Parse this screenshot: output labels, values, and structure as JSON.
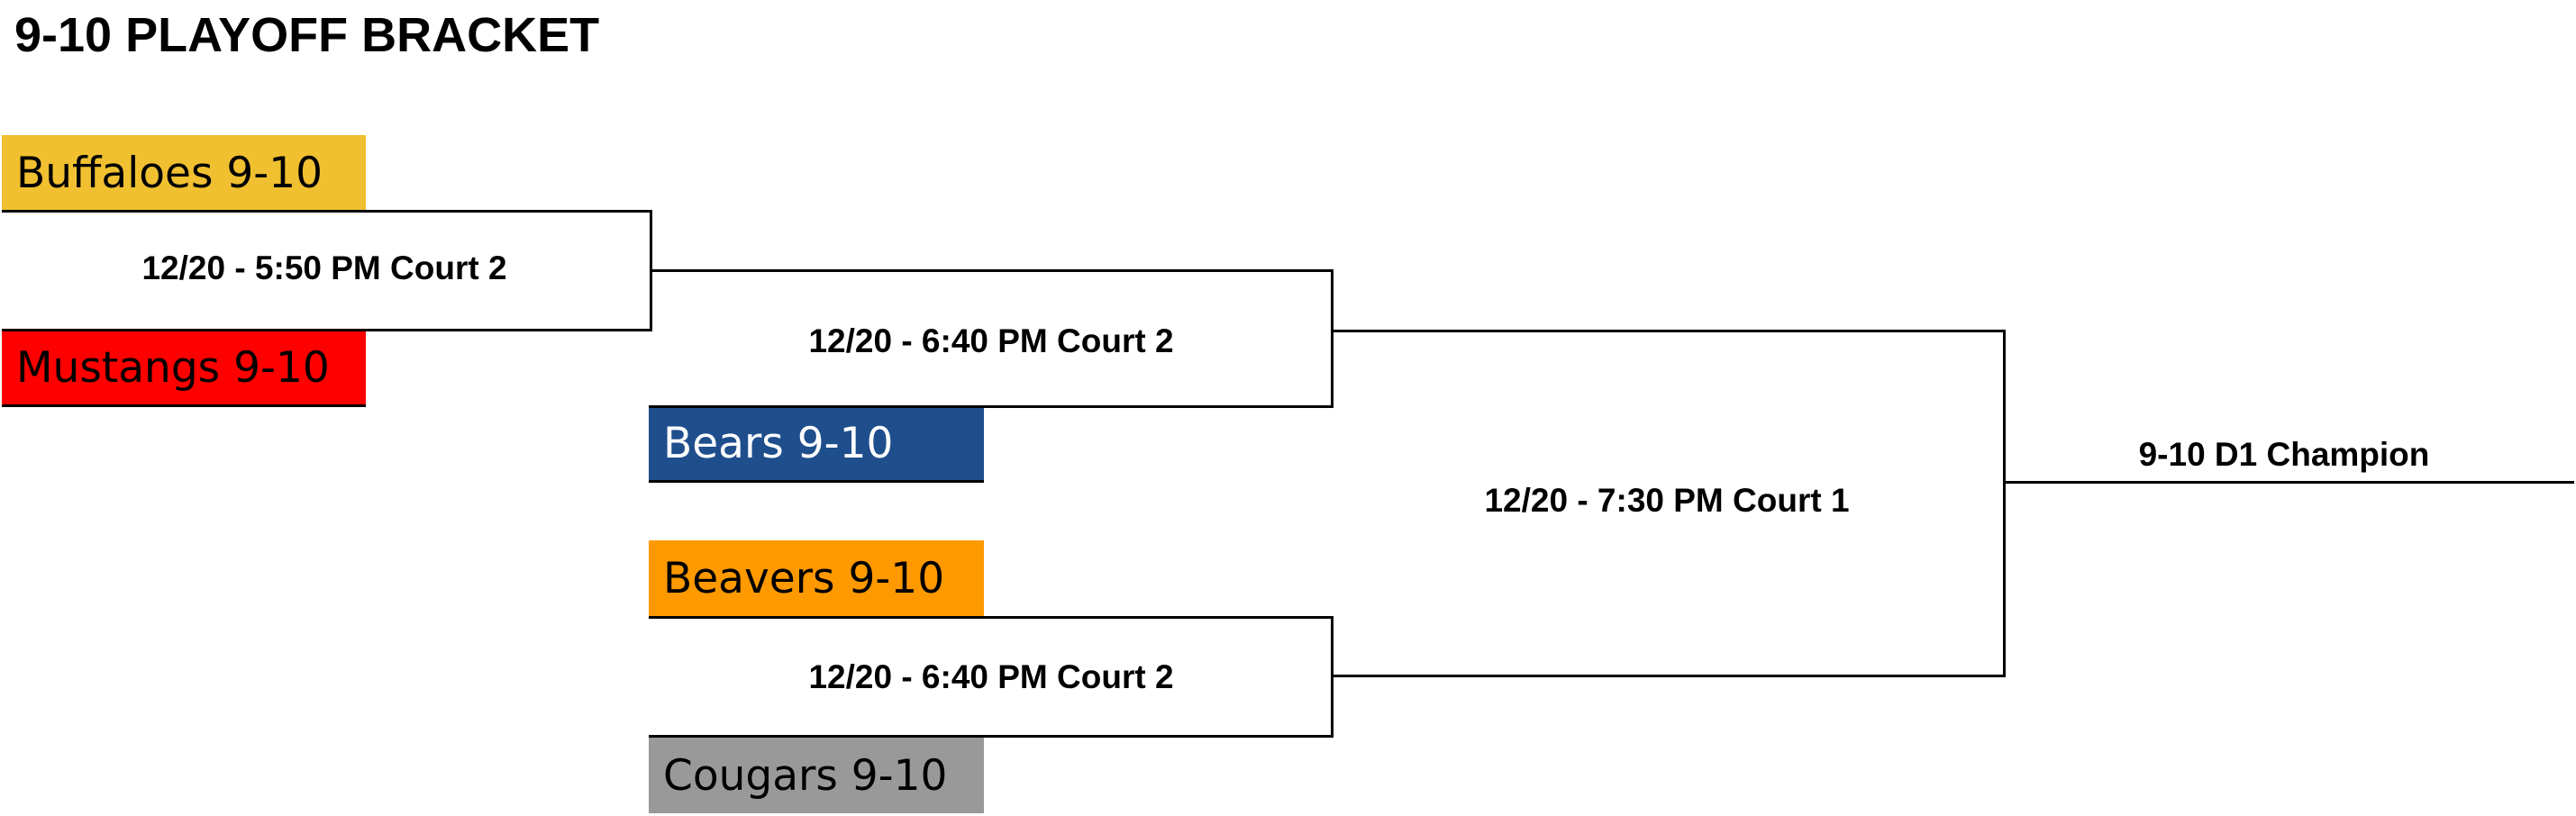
{
  "title": "9-10 PLAYOFF BRACKET",
  "colors": {
    "buffaloes": "#F0C030",
    "mustangs": "#FF0000",
    "bears": "#1F4E8C",
    "beavers": "#FF9900",
    "cougars": "#999999"
  },
  "teams": {
    "buffaloes": "Buffaloes 9-10",
    "mustangs": "Mustangs 9-10",
    "bears": "Bears 9-10",
    "beavers": "Beavers 9-10",
    "cougars": "Cougars 9-10"
  },
  "games": {
    "round1": "12/20 - 5:50 PM Court 2",
    "semi_top": "12/20 - 6:40 PM Court 2",
    "semi_bottom": "12/20 - 6:40 PM Court 2",
    "final": "12/20 - 7:30 PM Court 1"
  },
  "champion_label": "9-10 D1 Champion"
}
